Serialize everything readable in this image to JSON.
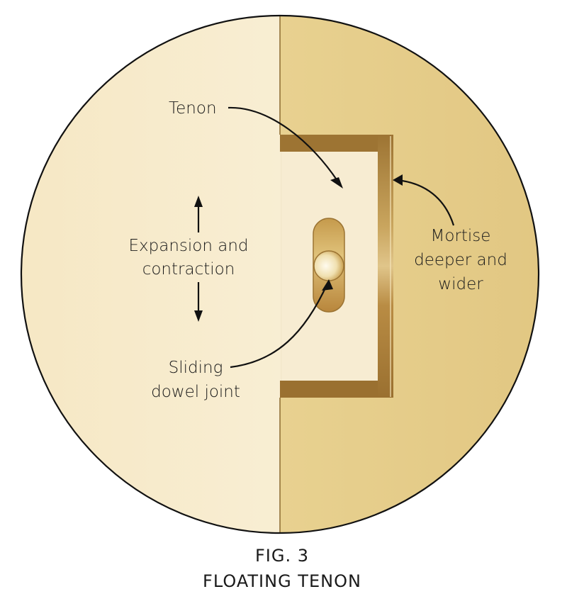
{
  "figure": {
    "number": "FIG. 3",
    "title": "FLOATING TENON"
  },
  "labels": {
    "tenon": "Tenon",
    "expansion_line1": "Expansion and",
    "expansion_line2": "contraction",
    "mortise_line1": "Mortise",
    "mortise_line2": "deeper and",
    "mortise_line3": "wider",
    "dowel_line1": "Sliding",
    "dowel_line2": "dowel joint"
  },
  "colors": {
    "left_board": "#f7ecd0",
    "right_board": "#e5cc8a",
    "mortise_wall": "#9c7433",
    "mortise_wall_light": "#c79a4c",
    "slot": "#c9a050",
    "dowel": "#f8f0d8",
    "outline": "#111111"
  }
}
